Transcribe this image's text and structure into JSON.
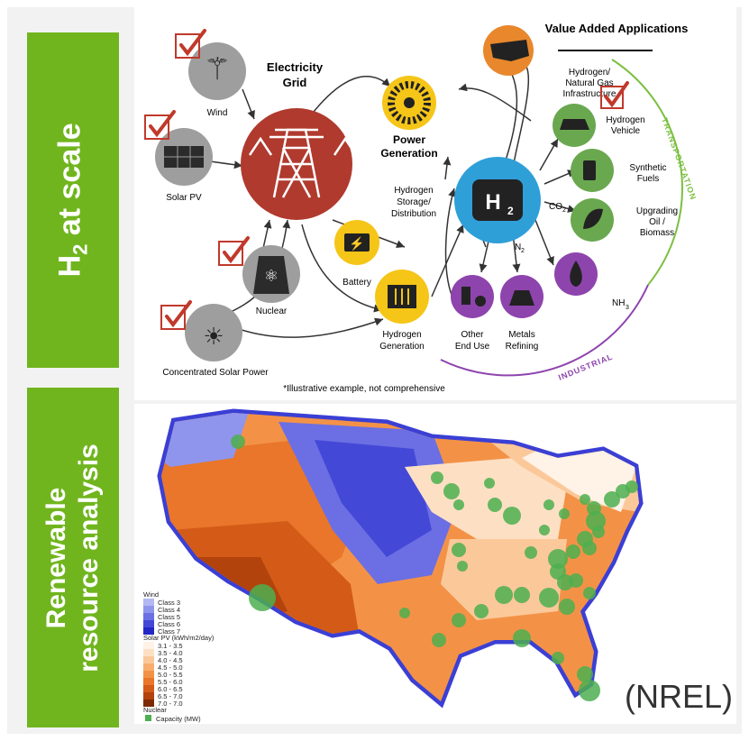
{
  "side_labels": {
    "top": {
      "h": "H",
      "sub": "2",
      "rest": " at scale"
    },
    "bottom": {
      "line1": "Renewable",
      "line2": "resource analysis"
    }
  },
  "diagram": {
    "header": "Value Added Applications",
    "grid_title": [
      "Electricity",
      "Grid"
    ],
    "power_generation": [
      "Power",
      "Generation"
    ],
    "h2_label": "H",
    "h2_sub": "2",
    "storage_label": [
      "Hydrogen",
      "Storage/",
      "Distribution"
    ],
    "hydrogen_generation": [
      "Hydrogen",
      "Generation"
    ],
    "sources": {
      "wind": "Wind",
      "solar": "Solar PV",
      "nuclear": "Nuclear",
      "csp": "Concentrated Solar Power",
      "battery": "Battery"
    },
    "apps": {
      "infrastructure": [
        "Hydrogen/",
        "Natural Gas",
        "Infrastructure"
      ],
      "vehicle": [
        "Hydrogen",
        "Vehicle"
      ],
      "synthetic": [
        "Synthetic",
        "Fuels"
      ],
      "upgrading": [
        "Upgrading",
        "Oil /",
        "Biomass"
      ],
      "nh3": "NH",
      "nh3_sub": "3",
      "metals": [
        "Metals",
        "Refining"
      ],
      "other": [
        "Other",
        "End Use"
      ]
    },
    "co2": "CO",
    "co2_sub": "2",
    "n2": "N",
    "n2_sub": "2",
    "arc_labels": {
      "transportation": "TRANSPORTATION",
      "industrial": "INDUSTRIAL"
    },
    "footnote": "*Illustrative example, not comprehensive",
    "colors": {
      "grid": "#b03a2e",
      "h2": "#2f9fd8",
      "green": "#6aa84f",
      "purple": "#8e44ad",
      "gold": "#f5c518",
      "check": "#c0392b"
    }
  },
  "map": {
    "legend": {
      "wind_title": "Wind",
      "wind_classes": [
        "Class 3",
        "Class 4",
        "Class 5",
        "Class 6",
        "Class 7"
      ],
      "wind_colors": [
        "#b3b8f2",
        "#8f95ec",
        "#6b6fe3",
        "#4448d7",
        "#2327c4"
      ],
      "solar_title": "Solar PV (kWh/m2/day)",
      "solar_classes": [
        "3.1 - 3.5",
        "3.5 - 4.0",
        "4.0 - 4.5",
        "4.5 - 5.0",
        "5.0 - 5.5",
        "5.5 - 6.0",
        "6.0 - 6.5",
        "6.5 - 7.0",
        "7.0 - 7.0"
      ],
      "solar_colors": [
        "#fff2e6",
        "#fde0c4",
        "#fbc89a",
        "#f8ad6e",
        "#f39247",
        "#e9762a",
        "#d35b17",
        "#b2430c",
        "#7d2a05"
      ],
      "nuclear_title": "Nuclear",
      "nuclear_item": "Capacity (MW)"
    },
    "source": "(NREL)"
  }
}
